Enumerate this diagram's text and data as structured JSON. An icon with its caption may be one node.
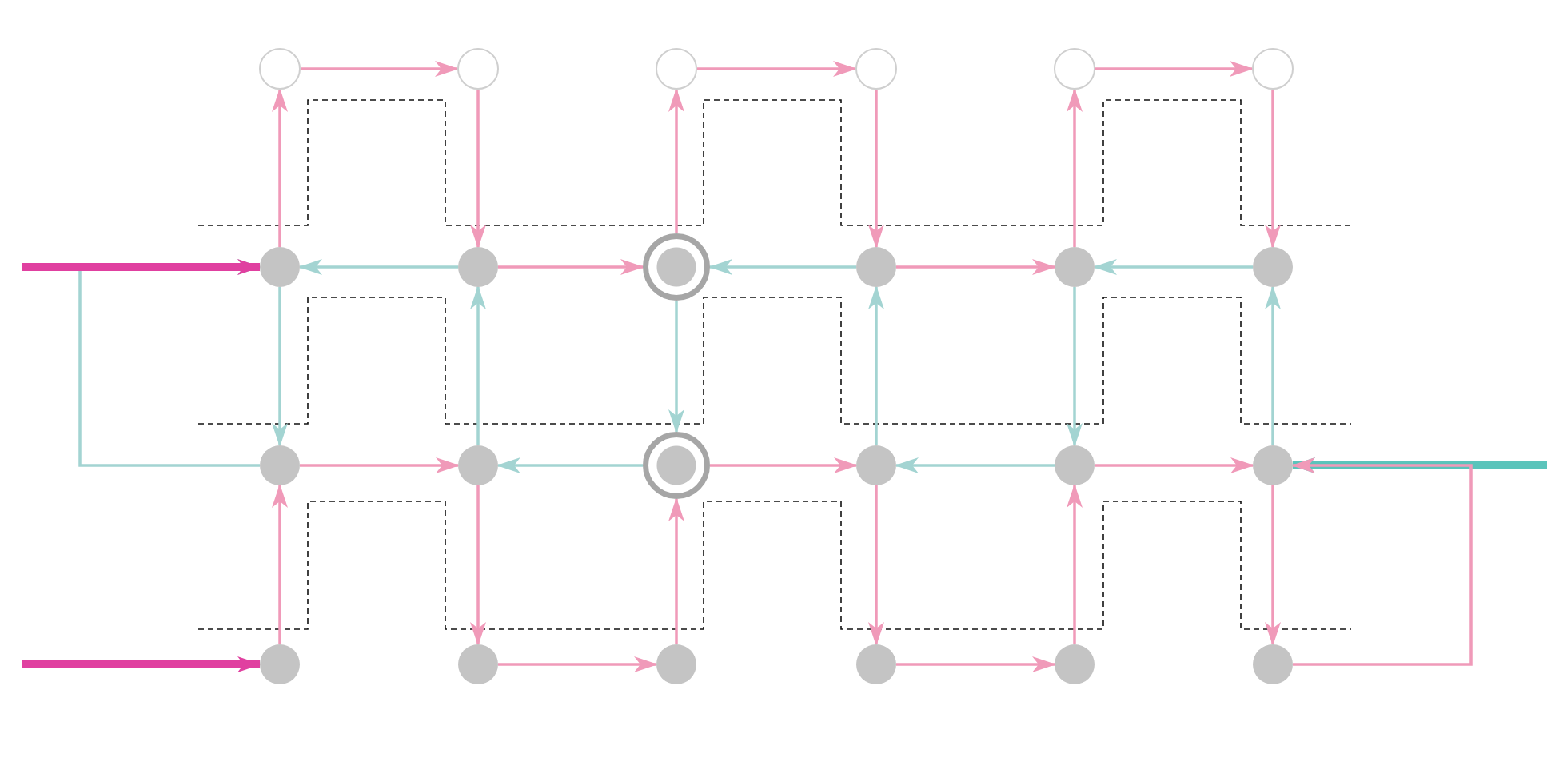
{
  "diagram": {
    "nodes": [
      {
        "text": [],
        "shape": "circle"
      },
      {
        "text": [],
        "shape": "circle"
      },
      {
        "text": [],
        "shape": "circle"
      },
      {
        "text": [],
        "shape": "circle"
      },
      {
        "text": [],
        "shape": "circle"
      },
      {
        "text": [],
        "shape": "circle"
      },
      {
        "text": [],
        "shape": "circle"
      },
      {
        "text": [],
        "shape": "circle"
      },
      {
        "text": [],
        "shape": "circle"
      },
      {
        "text": [],
        "shape": "circle"
      },
      {
        "text": [],
        "shape": "circle"
      },
      {
        "text": [],
        "shape": "circle"
      },
      {
        "text": [],
        "shape": "circle"
      },
      {
        "text": [],
        "shape": "circle"
      },
      {
        "text": [],
        "shape": "circle"
      },
      {
        "text": [],
        "shape": "circle"
      },
      {
        "text": [],
        "shape": "circle"
      },
      {
        "text": [],
        "shape": "circle"
      },
      {
        "text": [],
        "shape": "circle"
      },
      {
        "text": [],
        "shape": "circle"
      },
      {
        "text": [],
        "shape": "circle"
      },
      {
        "text": [],
        "shape": "circle"
      },
      {
        "text": [],
        "shape": "circle"
      },
      {
        "text": [],
        "shape": "circle"
      }
    ],
    "edges": [
      {
        "from": 0,
        "to": 1,
        "arrow": "to"
      },
      {
        "from": 2,
        "to": 3,
        "arrow": "to"
      },
      {
        "from": 4,
        "to": 5,
        "arrow": "to"
      },
      {
        "from": 6,
        "to": 0,
        "arrow": "to"
      },
      {
        "from": 1,
        "to": 7,
        "arrow": "to"
      },
      {
        "from": 8,
        "to": 2,
        "arrow": "to"
      },
      {
        "from": 3,
        "to": 9,
        "arrow": "to"
      },
      {
        "from": 10,
        "to": 4,
        "arrow": "to"
      },
      {
        "from": 5,
        "to": 11,
        "arrow": "to"
      },
      {
        "from": 7,
        "to": 6,
        "arrow": "to",
        "color": "#a3d4d2"
      },
      {
        "from": 7,
        "to": 8,
        "arrow": "to"
      },
      {
        "from": 9,
        "to": 8,
        "arrow": "to",
        "color": "#a3d4d2"
      },
      {
        "from": 9,
        "to": 10,
        "arrow": "to"
      },
      {
        "from": 11,
        "to": 10,
        "arrow": "to",
        "color": "#a3d4d2"
      },
      {
        "from": 6,
        "to": 12,
        "arrow": "to",
        "color": "#a3d4d2"
      },
      {
        "from": 13,
        "to": 7,
        "arrow": "to",
        "color": "#a3d4d2"
      },
      {
        "from": 8,
        "to": 14,
        "arrow": "to",
        "color": "#a3d4d2"
      },
      {
        "from": 15,
        "to": 9,
        "arrow": "to",
        "color": "#a3d4d2"
      },
      {
        "from": 10,
        "to": 16,
        "arrow": "to",
        "color": "#a3d4d2"
      },
      {
        "from": 17,
        "to": 11,
        "arrow": "to",
        "color": "#a3d4d2"
      },
      {
        "from": 12,
        "to": 6,
        "arrow": "to",
        "color": "#a3d4d2"
      },
      {
        "from": 12,
        "to": 13,
        "arrow": "to"
      },
      {
        "from": 14,
        "to": 13,
        "arrow": "to",
        "color": "#a3d4d2"
      },
      {
        "from": 14,
        "to": 15,
        "arrow": "to"
      },
      {
        "from": 16,
        "to": 15,
        "arrow": "to",
        "color": "#a3d4d2"
      },
      {
        "from": 16,
        "to": 17,
        "arrow": "to"
      },
      {
        "from": null,
        "to": 17,
        "arrow": "to",
        "style": "thick",
        "color": "#5bc4bb"
      },
      {
        "from": 18,
        "to": 12,
        "arrow": "to"
      },
      {
        "from": 13,
        "to": 19,
        "arrow": "to"
      },
      {
        "from": 20,
        "to": 14,
        "arrow": "to"
      },
      {
        "from": 15,
        "to": 21,
        "arrow": "to"
      },
      {
        "from": 22,
        "to": 16,
        "arrow": "to"
      },
      {
        "from": 17,
        "to": 23,
        "arrow": "to"
      },
      {
        "from": 19,
        "to": 20,
        "arrow": "to"
      },
      {
        "from": 21,
        "to": 22,
        "arrow": "to"
      },
      {
        "from": 23,
        "to": 17,
        "arrow": "to"
      },
      {
        "from": null,
        "to": 6,
        "arrow": "to",
        "style": "thick",
        "color": "#e040a0"
      },
      {
        "from": null,
        "to": 18,
        "arrow": "to",
        "style": "thick",
        "color": "#e040a0"
      }
    ]
  }
}
